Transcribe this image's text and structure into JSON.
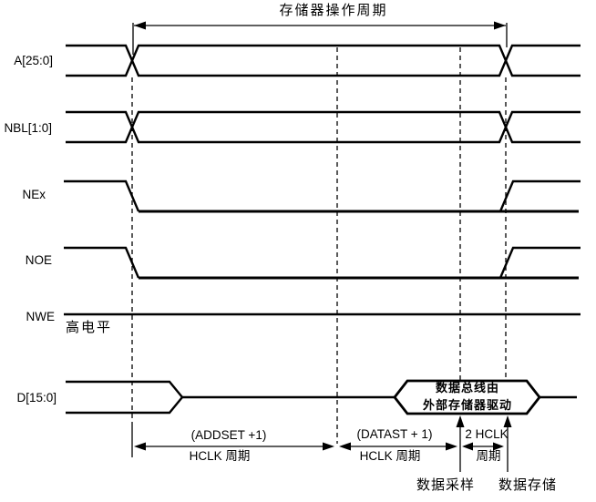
{
  "title": "存储器操作周期",
  "signals": [
    {
      "id": "a",
      "label": "A[25:0]"
    },
    {
      "id": "nbl",
      "label": "NBL[1:0]"
    },
    {
      "id": "nex",
      "label": "NEx"
    },
    {
      "id": "noe",
      "label": "NOE"
    },
    {
      "id": "nwe",
      "label": "NWE",
      "note": "高电平"
    },
    {
      "id": "d",
      "label": "D[15:0]"
    }
  ],
  "data_bus_callout": {
    "line1": "数据总线由",
    "line2": "外部存储器驱动"
  },
  "timing_annotations": {
    "addset": {
      "line1": "(ADDSET +1)",
      "line2": "HCLK 周期"
    },
    "datast": {
      "line1": "(DATAST + 1)",
      "line2": "HCLK 周期"
    },
    "two_hclk": {
      "line1": "2 HCLK",
      "line2": "周期"
    }
  },
  "event_labels": {
    "data_sample": "数据采样",
    "data_store": "数据存储"
  },
  "colors": {
    "line": "#000000",
    "background": "#ffffff"
  }
}
